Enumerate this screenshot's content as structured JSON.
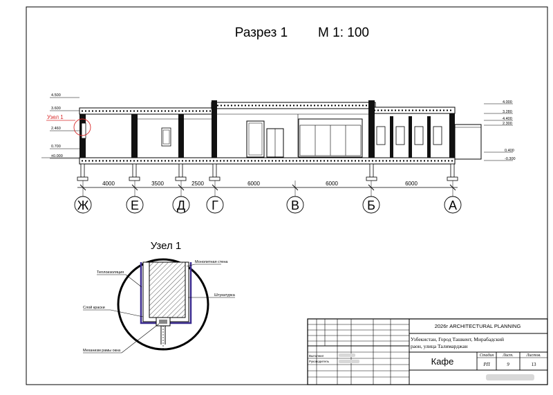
{
  "title": {
    "main": "Разрез 1",
    "scale": "М 1: 100"
  },
  "levels_left": [
    "4.500",
    "3.600",
    "2.460",
    "0.700",
    "±0.000"
  ],
  "levels_right": [
    "4.000",
    "3.280",
    "4.400",
    "2.300",
    "0.400",
    "-0.300"
  ],
  "node_callout": "Узел 1",
  "dimensions": [
    "4000",
    "3500",
    "2500",
    "6000",
    "6000",
    "6000"
  ],
  "axes": [
    "Ж",
    "Е",
    "Д",
    "Г",
    "В",
    "Б",
    "А"
  ],
  "detail": {
    "title": "Узел 1",
    "labels": {
      "insulation": "Теплоизоляция",
      "monolithic_wall": "Монолитная стена",
      "plaster": "Штукатурка",
      "paint_layer": "Слой краски",
      "window_frame_mechanism": "Механизм рамы окна"
    }
  },
  "title_block": {
    "year_company": "2026г  ARCHITECTURAL PLANNING",
    "address_line1": "Узбекистан, Город Ташкент, Мирабадский",
    "address_line2": "раон, улица Талимарджан",
    "project_name": "Кафе",
    "header_stage": "Стадия",
    "header_sheet": "Лист.",
    "header_sheets": "Листов.",
    "stage": "РП",
    "sheet": "9",
    "sheets": "13",
    "role_made": "Выполнил",
    "role_head": "Руководитель"
  }
}
